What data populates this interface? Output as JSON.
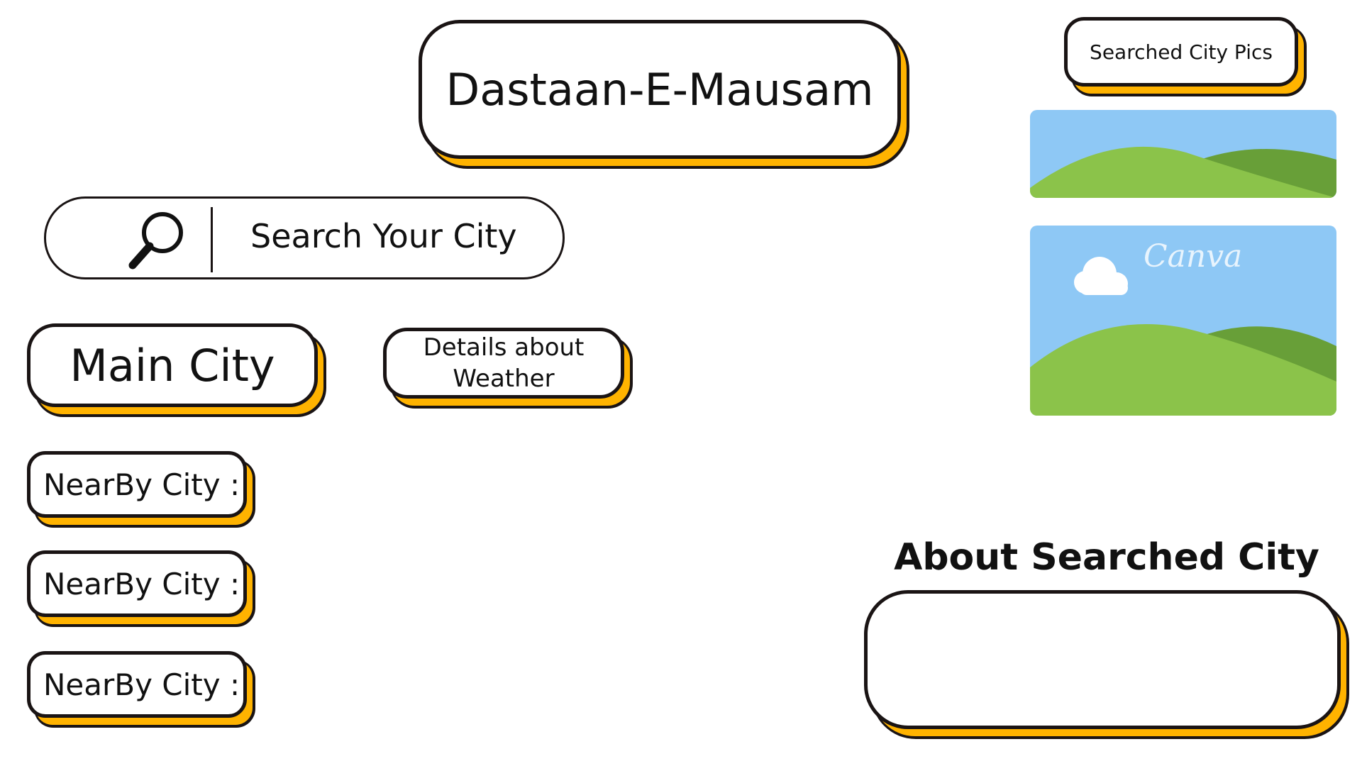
{
  "header": {
    "title": "Dastaan-E-Mausam"
  },
  "search": {
    "placeholder": "Search Your City"
  },
  "main_city": {
    "label": "Main City"
  },
  "details": {
    "line1": "Details about",
    "line2": "Weather"
  },
  "nearby": [
    {
      "label": "NearBy City :"
    },
    {
      "label": "NearBy City :"
    },
    {
      "label": "NearBy City :"
    }
  ],
  "pics": {
    "label": "Searched City Pics",
    "watermark": "Canva"
  },
  "about": {
    "heading": "About Searched City",
    "content": ""
  },
  "colors": {
    "accent_shadow": "#ffb300",
    "outline": "#1a1414",
    "sky": "#8ec8f5",
    "hill_light": "#8bc34a",
    "hill_dark": "#689f38"
  },
  "icons": {
    "search": "magnifier-icon",
    "image": "landscape-placeholder-icon"
  }
}
